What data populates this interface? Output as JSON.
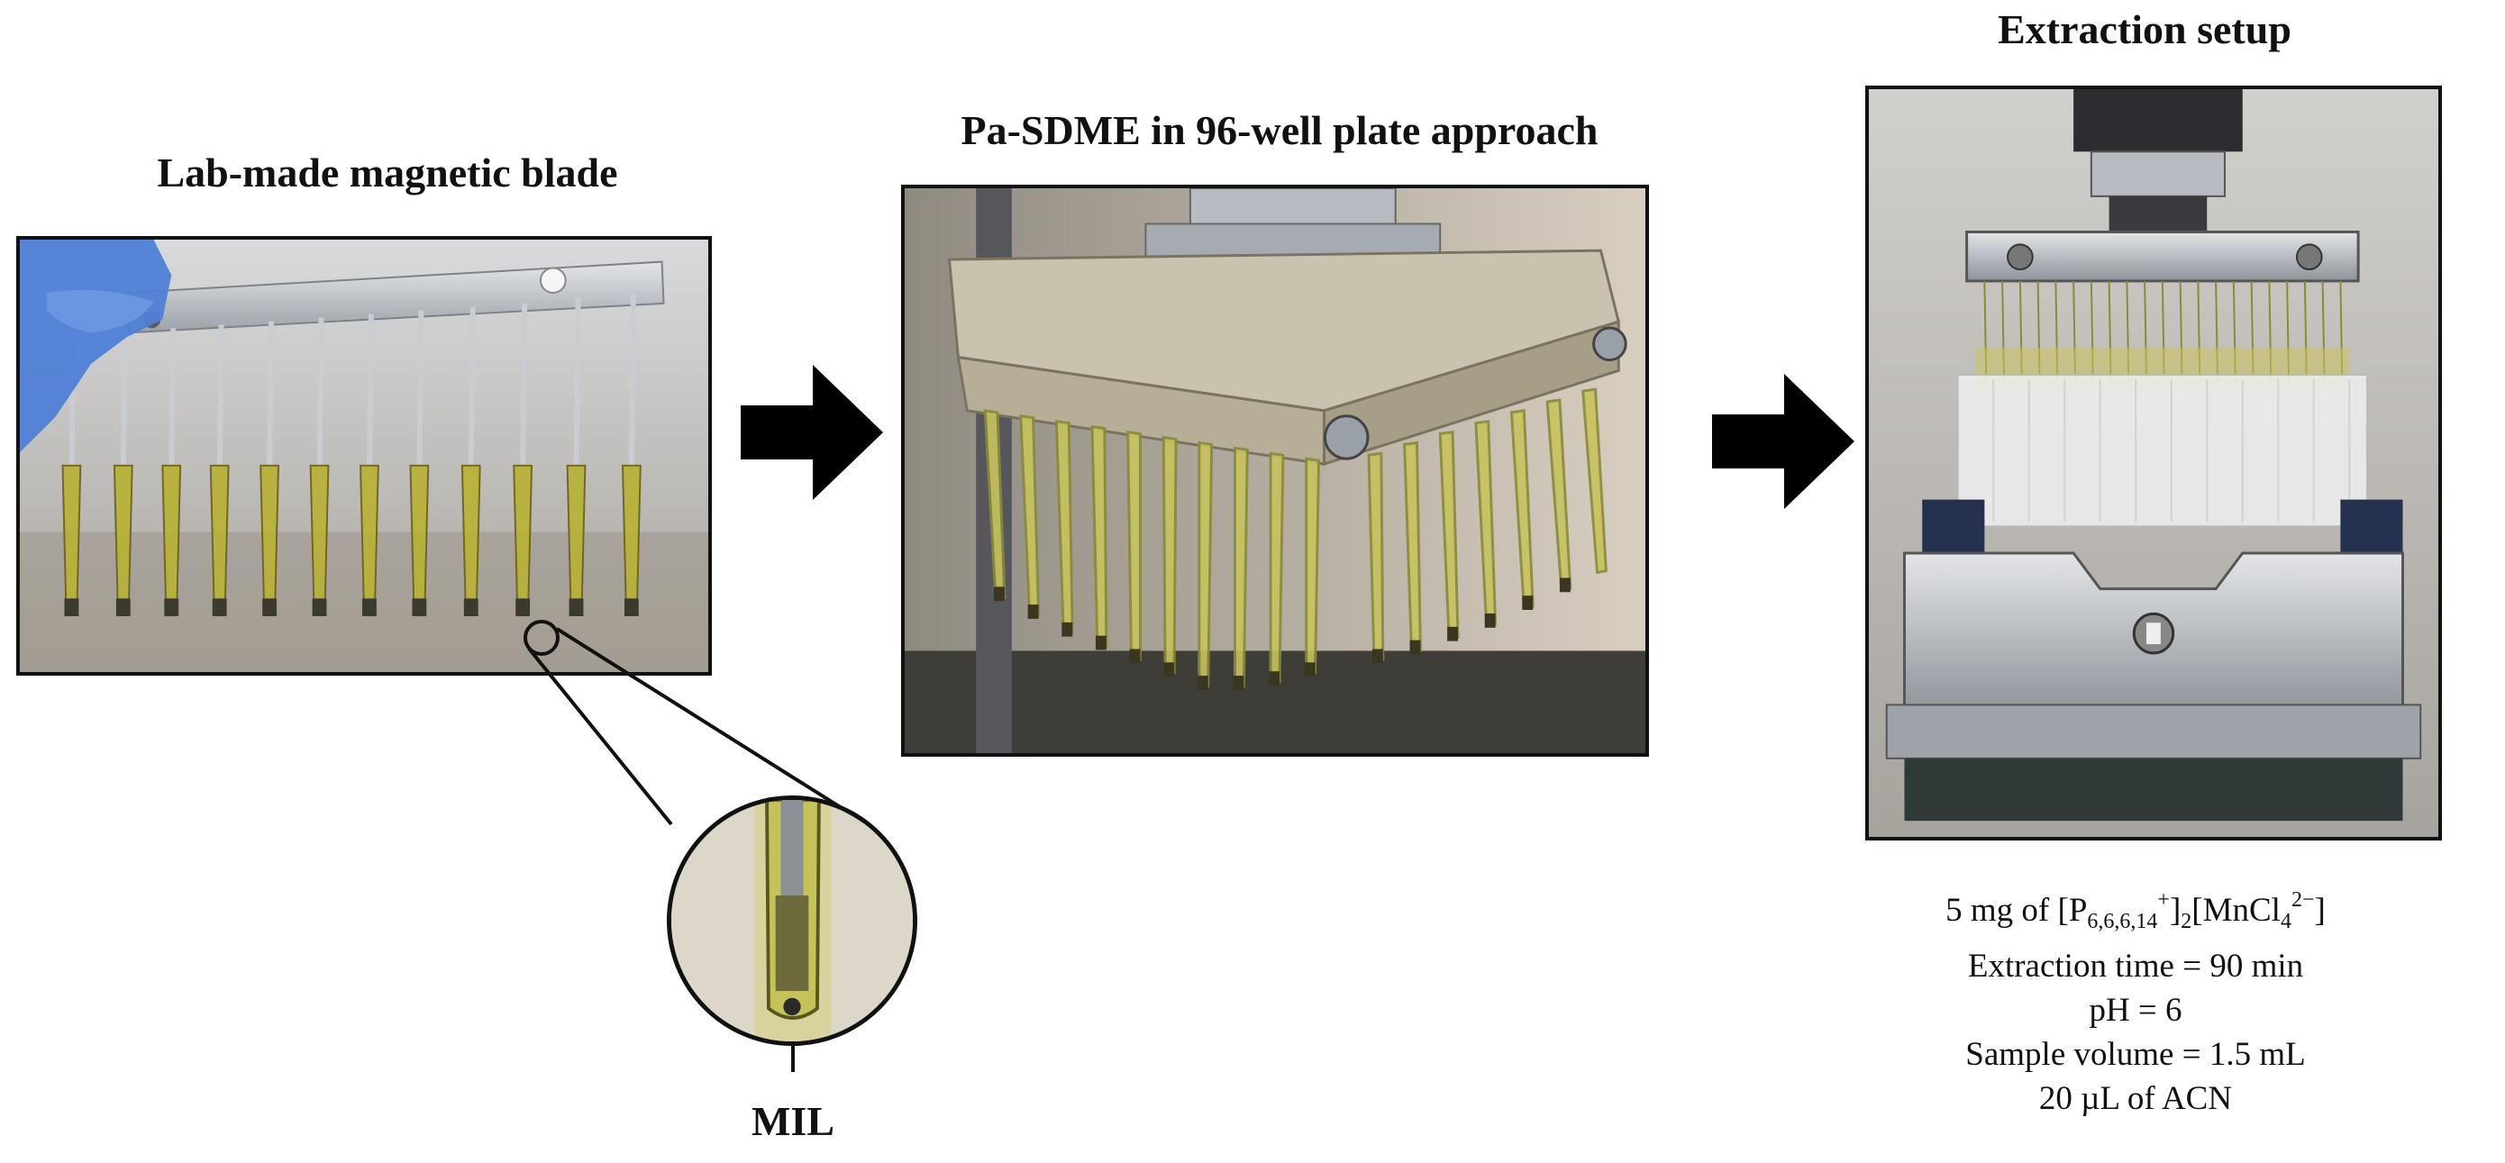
{
  "panels": {
    "blade": {
      "title": "Lab-made magnetic blade"
    },
    "plate": {
      "title": "Pa-SDME in 96-well plate approach"
    },
    "setup": {
      "title": "Extraction setup"
    }
  },
  "callout": {
    "label": "MIL"
  },
  "conditions": {
    "line1_prefix": "5 mg of [P",
    "line1_sub1": "6,6,6,14",
    "line1_sup1": "+",
    "line1_mid": "]",
    "line1_sub2": "2",
    "line1_mid2": "[MnCl",
    "line1_sub3": "4",
    "line1_sup2": "2−",
    "line1_suffix": "]",
    "line2": "Extraction time = 90 min",
    "line3": "pH = 6",
    "line4": "Sample volume = 1.5 mL",
    "line5": "20 µL of ACN"
  },
  "colors": {
    "frame": "#111111",
    "arrow": "#000000",
    "sorbent_yellow": "#b9b13a",
    "glove_blue": "#4f7fd6",
    "steel": "#b8bcc2",
    "plate_beige": "#c9c2ae"
  }
}
